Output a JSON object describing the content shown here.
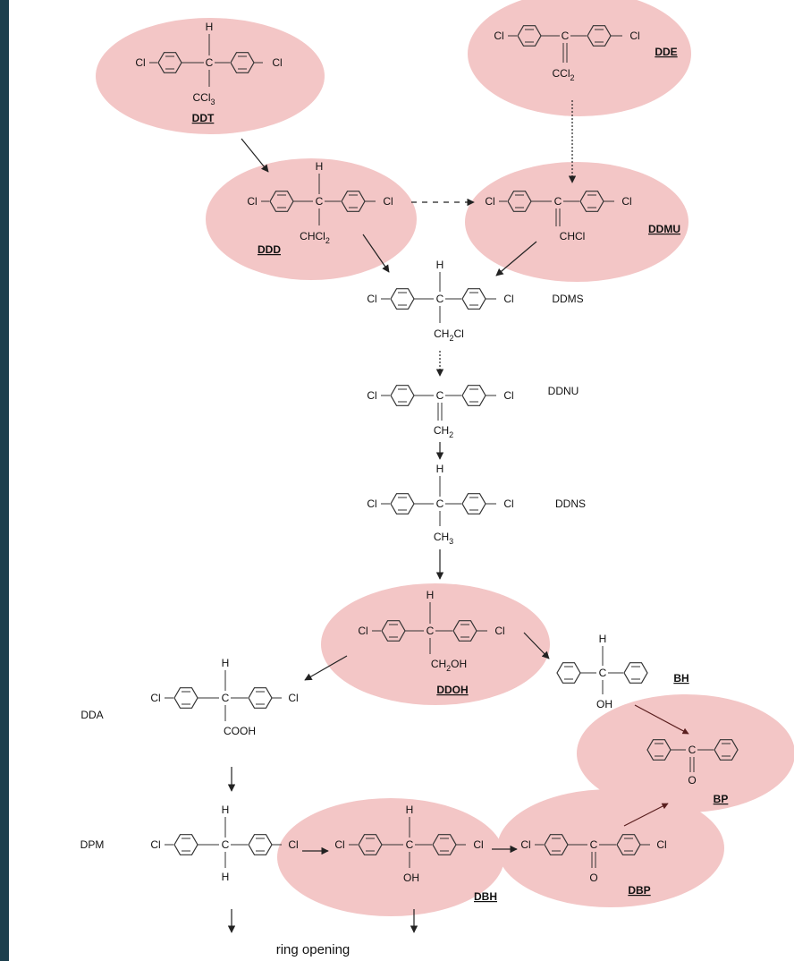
{
  "atoms": {
    "cl": "Cl",
    "c": "C",
    "h": "H",
    "o": "O",
    "oh": "OH",
    "ccl3": "CCl",
    "ccl3_sub": "3",
    "ccl2": "CCl",
    "ccl2_sub": "2",
    "chcl2": "CHCl",
    "chcl2_sub": "2",
    "chcl": "CHCl",
    "ch2cl_a": "CH",
    "ch2cl_sub": "2",
    "ch2cl_b": "Cl",
    "ch2": "CH",
    "ch2_sub": "2",
    "ch3": "CH",
    "ch3_sub": "3",
    "ch2oh_a": "CH",
    "ch2oh_sub": "2",
    "ch2oh_b": "OH",
    "cooh": "COOH"
  },
  "compounds": {
    "ddt": "DDT",
    "dde": "DDE",
    "ddd": "DDD",
    "ddmu": "DDMU",
    "ddms": "DDMS",
    "ddnu": "DDNU",
    "ddns": "DDNS",
    "ddoh": "DDOH",
    "bh": "BH",
    "bp": "BP",
    "dda": "DDA",
    "dpm": "DPM",
    "dbh": "DBH",
    "dbp": "DBP"
  },
  "ring_opening": "ring opening",
  "highlight_color": "#f3c6c6"
}
